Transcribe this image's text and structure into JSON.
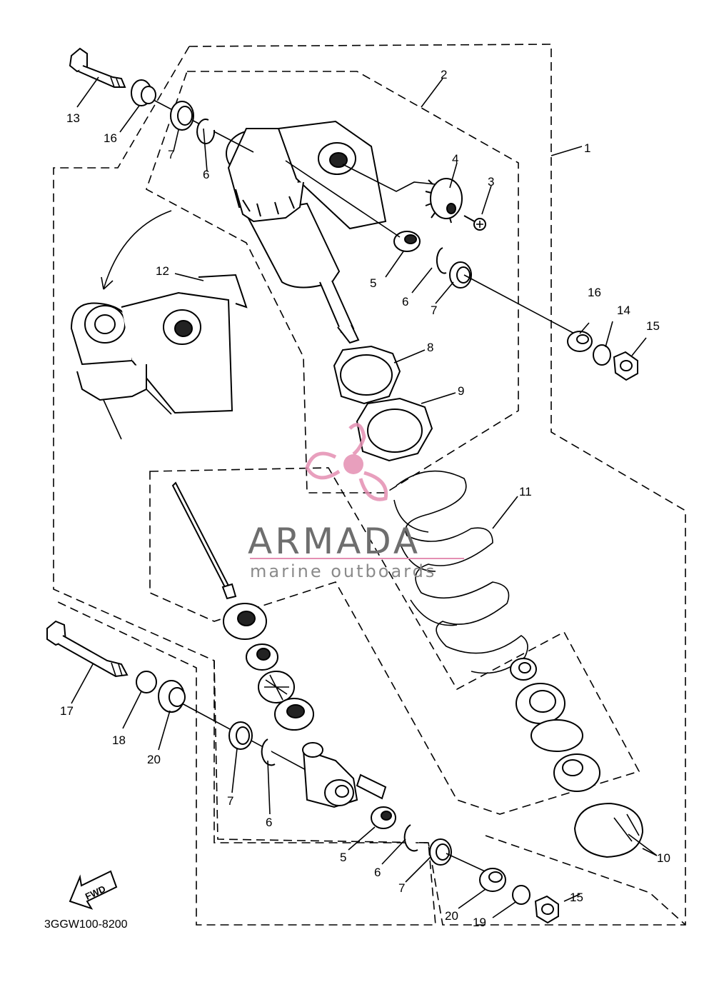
{
  "diagram": {
    "callouts": [
      {
        "id": "c1",
        "text": "1"
      },
      {
        "id": "c2",
        "text": "2"
      },
      {
        "id": "c3",
        "text": "3"
      },
      {
        "id": "c4",
        "text": "4"
      },
      {
        "id": "c5a",
        "text": "5"
      },
      {
        "id": "c6a",
        "text": "6"
      },
      {
        "id": "c7a",
        "text": "7"
      },
      {
        "id": "c8",
        "text": "8"
      },
      {
        "id": "c9",
        "text": "9"
      },
      {
        "id": "c11",
        "text": "11"
      },
      {
        "id": "c12",
        "text": "12"
      },
      {
        "id": "c13",
        "text": "13"
      },
      {
        "id": "c16a",
        "text": "16"
      },
      {
        "id": "c7b",
        "text": "7"
      },
      {
        "id": "c6b",
        "text": "6"
      },
      {
        "id": "c16b",
        "text": "16"
      },
      {
        "id": "c14",
        "text": "14"
      },
      {
        "id": "c15a",
        "text": "15"
      },
      {
        "id": "c17",
        "text": "17"
      },
      {
        "id": "c18",
        "text": "18"
      },
      {
        "id": "c20a",
        "text": "20"
      },
      {
        "id": "c7c",
        "text": "7"
      },
      {
        "id": "c6c",
        "text": "6"
      },
      {
        "id": "c5b",
        "text": "5"
      },
      {
        "id": "c6d",
        "text": "6"
      },
      {
        "id": "c7d",
        "text": "7"
      },
      {
        "id": "c20b",
        "text": "20"
      },
      {
        "id": "c19",
        "text": "19"
      },
      {
        "id": "c15b",
        "text": "15"
      },
      {
        "id": "c10",
        "text": "10"
      }
    ],
    "fwd_label": "FWD",
    "diagram_code": "3GGW100-8200"
  },
  "watermark": {
    "title": "ARMADA",
    "subtitle": "marine outboards",
    "logo_color": "#e48fb2"
  }
}
